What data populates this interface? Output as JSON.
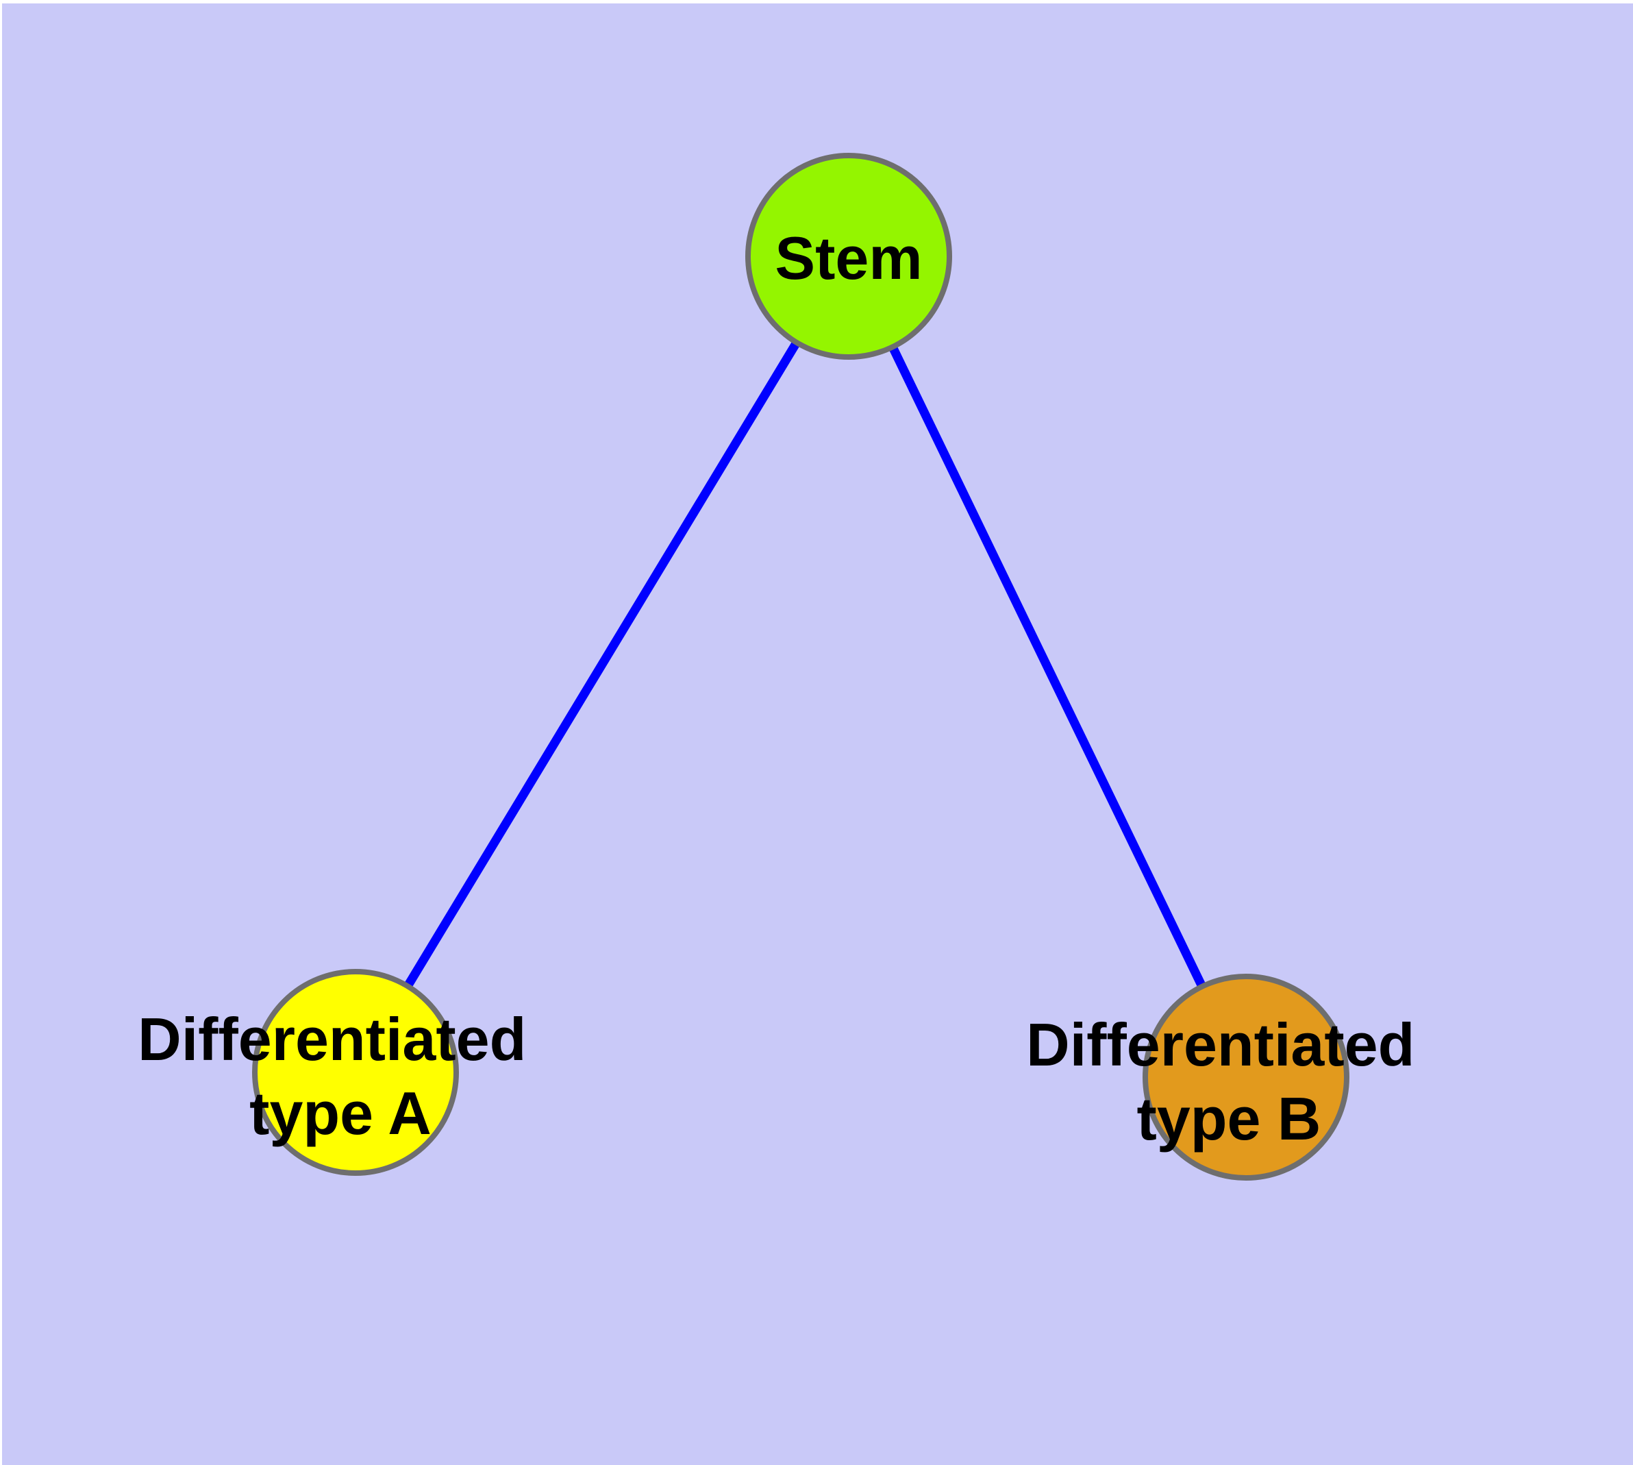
{
  "diagram": {
    "type": "node-link-graph",
    "background_color": "#C9C9F8",
    "page_margin_color": "#FFFFFF",
    "colors": {
      "edge": "#0000FF",
      "node_stroke": "#6E6E6E",
      "label_text": "#000000"
    },
    "nodes": [
      {
        "id": "stem",
        "label": "Stem",
        "label_line1": "Stem",
        "label_line2": "",
        "fill": "#94F500"
      },
      {
        "id": "differentiated-type-a",
        "label": "Differentiated type A",
        "label_line1": "Differentiated",
        "label_line2": "type A",
        "fill": "#FFFF00"
      },
      {
        "id": "differentiated-type-b",
        "label": "Differentiated type B",
        "label_line1": "Differentiated",
        "label_line2": "type B",
        "fill": "#E29A1D"
      }
    ],
    "edges": [
      {
        "from": "stem",
        "to": "differentiated-type-a"
      },
      {
        "from": "stem",
        "to": "differentiated-type-b"
      }
    ]
  }
}
